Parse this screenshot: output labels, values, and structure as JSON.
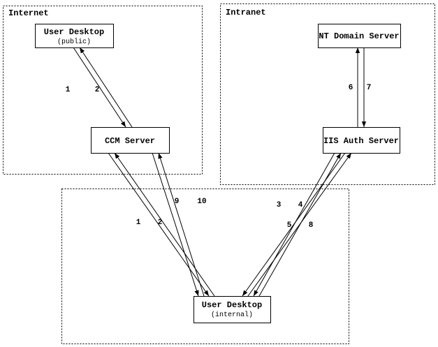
{
  "zones": {
    "internet": "Internet",
    "intranet": "Intranet"
  },
  "nodes": {
    "user_desktop_public": {
      "title": "User Desktop",
      "subtitle": "(public)"
    },
    "ccm_server": {
      "title": "CCM Server"
    },
    "nt_domain_server": {
      "title": "NT Domain Server"
    },
    "iis_auth_server": {
      "title": "IIS Auth Server"
    },
    "user_desktop_internal": {
      "title": "User Desktop",
      "subtitle": "(internal)"
    }
  },
  "edges": {
    "public_ccm": [
      "1",
      "2"
    ],
    "iis_nt": [
      "6",
      "7"
    ],
    "ccm_internal_a": [
      "1",
      "2"
    ],
    "ccm_internal_b": [
      "9",
      "10"
    ],
    "iis_internal_a": [
      "3",
      "4"
    ],
    "iis_internal_b": [
      "5",
      "8"
    ]
  },
  "colors": {
    "line": "#000000",
    "background": "#ffffff"
  }
}
